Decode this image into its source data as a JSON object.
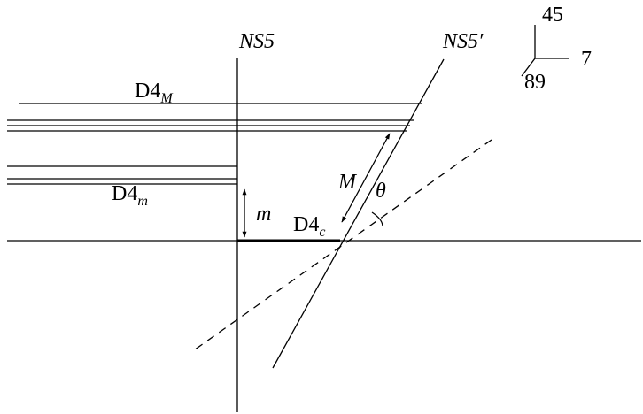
{
  "labels": {
    "ns5": "NS5",
    "ns5_prime": "NS5′",
    "d4_big": "D4",
    "d4_big_sub": "M",
    "d4_small": "D4",
    "d4_small_sub": "m",
    "d4_c": "D4",
    "d4_c_sub": "c",
    "m_sep": "m",
    "M_sep": "M",
    "theta": "θ"
  },
  "axes": {
    "up": "45",
    "right": "7",
    "diag": "89"
  }
}
